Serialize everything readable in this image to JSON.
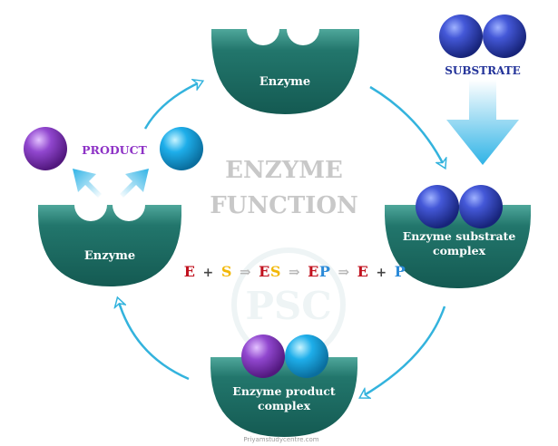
{
  "title_line1": "ENZYME",
  "title_line2": "FUNCTION",
  "labels": {
    "enzyme_top": "Enzyme",
    "enzyme_left": "Enzyme",
    "substrate": "SUBSTRATE",
    "product": "PRODUCT",
    "es_complex_1": "Enzyme substrate",
    "es_complex_2": "complex",
    "ep_complex_1": "Enzyme product",
    "ep_complex_2": "complex"
  },
  "equation": {
    "e1": "E",
    "plus1": "+",
    "s1": "S",
    "es_e": "E",
    "es_s": "S",
    "ep_e": "E",
    "ep_p": "P",
    "e2": "E",
    "plus2": "+",
    "p2": "P"
  },
  "watermark_logo": "PSC",
  "footer": "Priyamstudycentre.com",
  "colors": {
    "enzyme": "#1e6e66",
    "enzyme_light": "#3f9a8f",
    "substrate_ball": "#2b3fbf",
    "product_purple": "#8e3fc8",
    "product_cyan": "#18a6e6",
    "substrate_text": "#24349a",
    "product_text": "#8e33c6",
    "eq_e": "#c1121f",
    "eq_s": "#f2b705",
    "eq_p": "#2b8ad8",
    "cycle_arrow": "#33b3dd"
  }
}
